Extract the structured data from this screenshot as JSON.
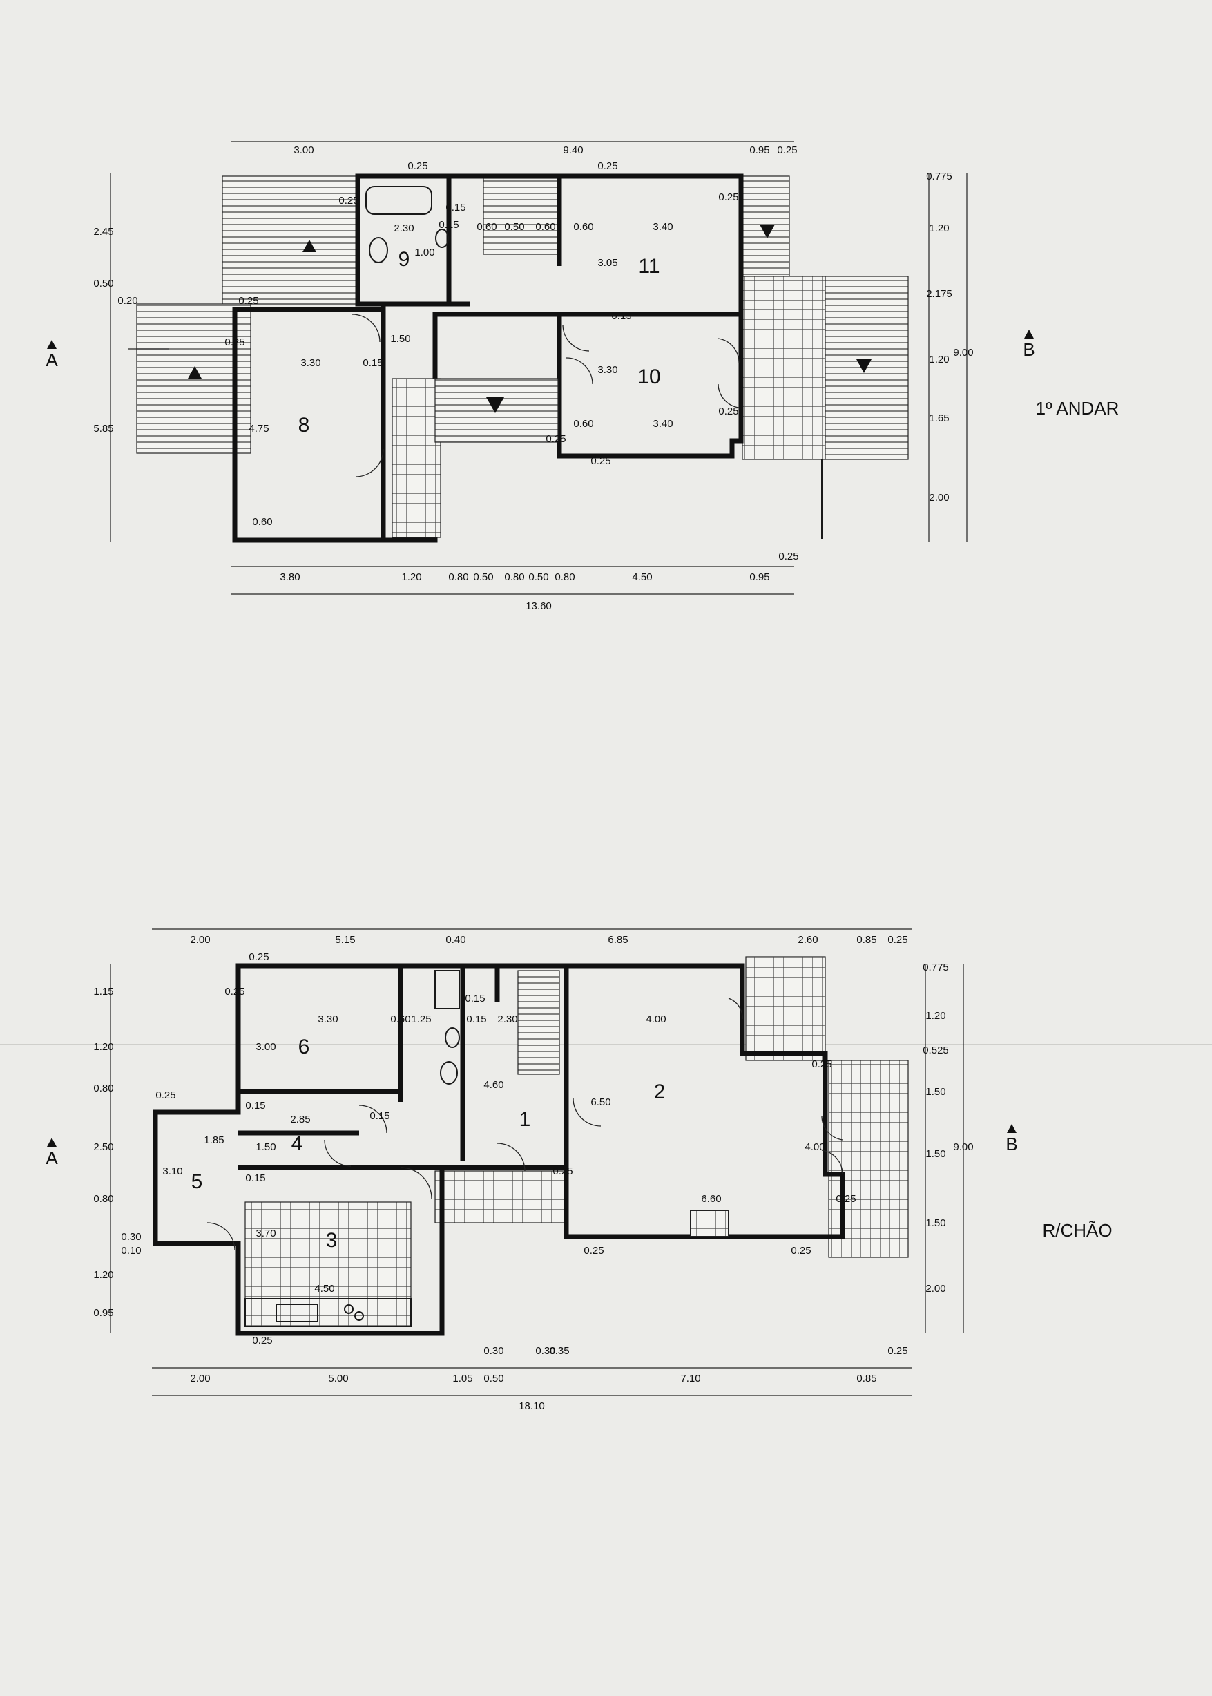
{
  "plans": {
    "ground": {
      "title": "R/CHÃO",
      "rooms": [
        "1",
        "2",
        "3",
        "4",
        "5",
        "6"
      ],
      "section_a": "A",
      "section_b": "B",
      "dims_top": [
        "2.00",
        "5.15",
        "0.40",
        "6.85",
        "2.60",
        "0.85",
        "0.25"
      ],
      "dims_bottom": [
        "2.00",
        "5.00",
        "1.05",
        "0.50",
        "0.30",
        "0.30",
        "0.35",
        "7.10",
        "0.85",
        "0.25"
      ],
      "dim_total": "18.10",
      "dims_left": [
        "1.15",
        "1.20",
        "0.80",
        "2.50",
        "0.80",
        "0.30",
        "0.10",
        "1.20",
        "0.95"
      ],
      "dims_right": [
        "0.775",
        "1.20",
        "0.525",
        "1.50",
        "1.50",
        "1.50",
        "2.00"
      ],
      "dim_right_total": "9.00",
      "interior": [
        "0.25",
        "3.30",
        "3.00",
        "0.60",
        "1.25",
        "0.15",
        "2.30",
        "4.60",
        "6.50",
        "4.00",
        "0.15",
        "2.85",
        "1.50",
        "1.85",
        "3.10",
        "0.15",
        "3.70",
        "4.50",
        "0.25",
        "6.60",
        "4.00",
        "0.25",
        "0.25",
        "0.25",
        "0.25",
        "0.15",
        "0.15",
        "0.25",
        "0.25",
        "0.25"
      ]
    },
    "first": {
      "title": "1º ANDAR",
      "rooms": [
        "8",
        "9",
        "10",
        "11"
      ],
      "section_a": "A",
      "section_b": "B",
      "dims_top": [
        "3.00",
        "9.40",
        "0.95",
        "0.25"
      ],
      "dims_bottom": [
        "3.80",
        "1.20",
        "0.80",
        "0.50",
        "0.80",
        "0.50",
        "0.80",
        "4.50",
        "0.95",
        "0.25"
      ],
      "dim_total": "13.60",
      "dims_left": [
        "2.45",
        "0.50",
        "0.20",
        "5.85"
      ],
      "dims_right": [
        "0.775",
        "1.20",
        "2.175",
        "1.20",
        "1.65",
        "2.00"
      ],
      "dim_right_total": "9.00",
      "interior": [
        "0.25",
        "2.30",
        "0.15",
        "1.00",
        "0.60",
        "0.50",
        "0.60",
        "0.60",
        "3.40",
        "3.05",
        "0.25",
        "0.25",
        "0.15",
        "1.50",
        "3.30",
        "0.15",
        "4.75",
        "3.30",
        "0.25",
        "0.60",
        "3.40",
        "0.25",
        "0.60",
        "0.25",
        "0.25",
        "0.15",
        "0.25",
        "0.25"
      ]
    }
  }
}
